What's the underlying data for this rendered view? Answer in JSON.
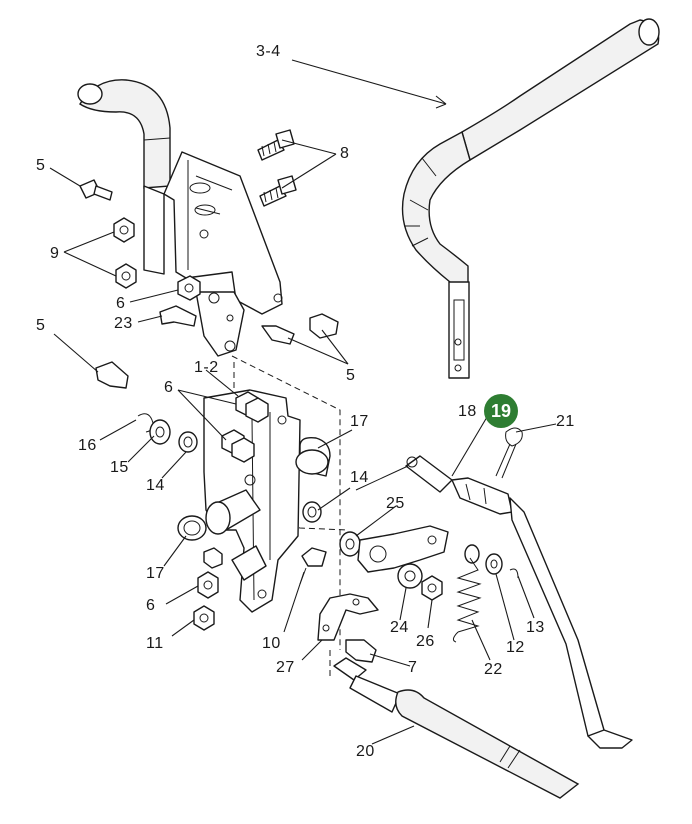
{
  "diagram": {
    "highlight_color": "#2e7d32",
    "highlighted_callout": "19",
    "callouts": {
      "c3_4": "3-4",
      "c8": "8",
      "c5a": "5",
      "c9": "9",
      "c6a": "6",
      "c23": "23",
      "c5b": "5",
      "c5c": "5",
      "c1_2": "1-2",
      "c6b": "6",
      "c16": "16",
      "c15": "15",
      "c14a": "14",
      "c17a": "17",
      "c14b": "14",
      "c18": "18",
      "c19": "19",
      "c21": "21",
      "c25": "25",
      "c17b": "17",
      "c6c": "6",
      "c11": "11",
      "c10": "10",
      "c27": "27",
      "c24": "24",
      "c26": "26",
      "c12": "12",
      "c13": "13",
      "c22": "22",
      "c7": "7",
      "c20": "20"
    }
  }
}
